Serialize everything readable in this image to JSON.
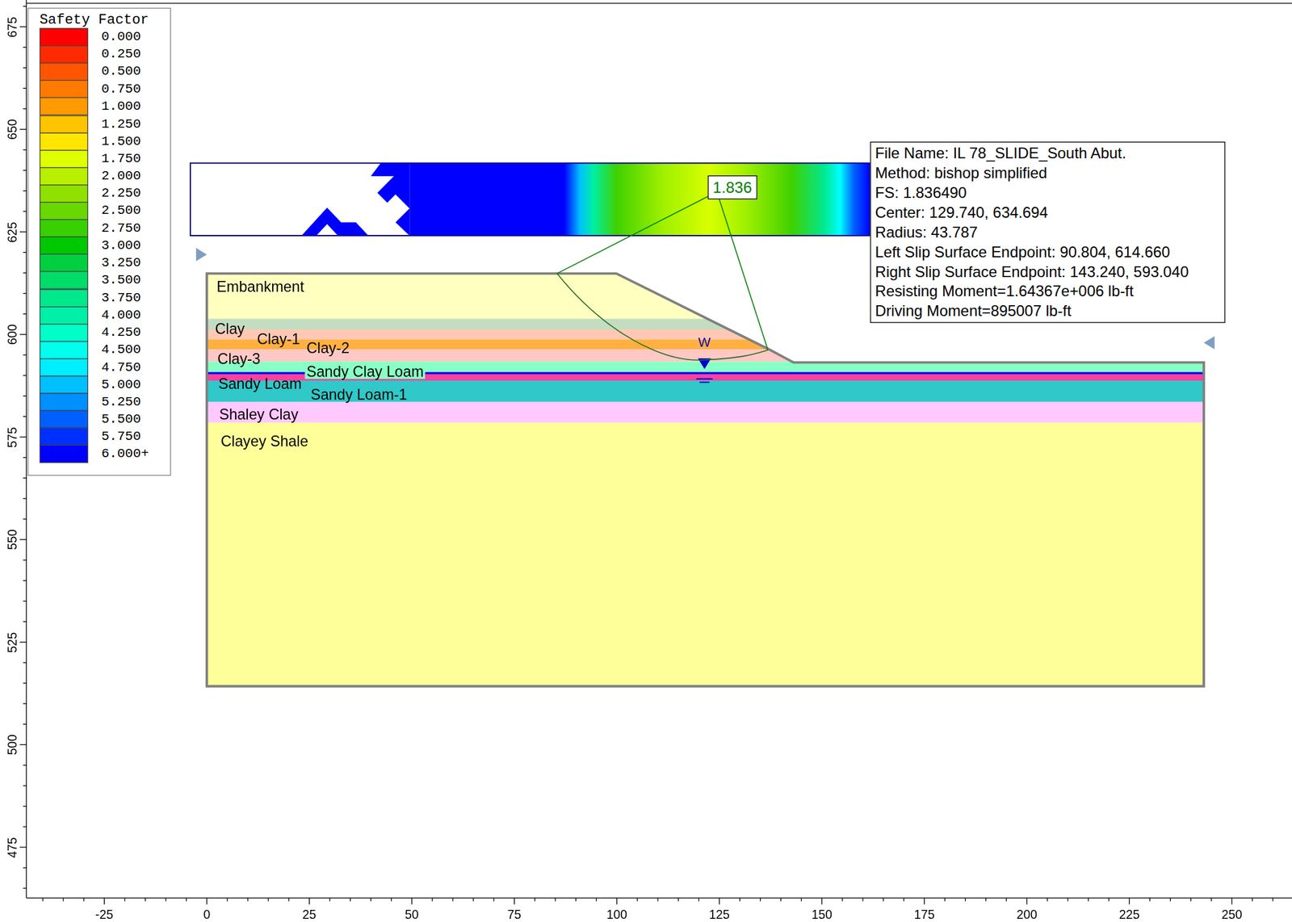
{
  "diagram": {
    "nodes": [
      {
        "text": [
          "File Name: IL 78_SLIDE_South Abut.",
          "Method: bishop simplified",
          "FS: 1.836490",
          "Center: 129.740, 634.694",
          "Radius: 43.787",
          "Left Slip Surface Endpoint: 90.804, 614.660",
          "Right Slip Surface Endpoint: 143.240, 593.040",
          "Resisting Moment=1.64367e+006 lb-ft",
          "Driving Moment=895007 lb-ft"
        ]
      },
      {
        "text": [
          "1.836"
        ]
      }
    ],
    "labels": [
      "Safety Factor",
      "-25",
      "0",
      "25",
      "50",
      "75",
      "100",
      "125",
      "150",
      "175",
      "200",
      "225",
      "250",
      "675",
      "650",
      "625",
      "600",
      "575",
      "550",
      "525",
      "500",
      "475",
      "Embankment",
      "Clay",
      "Clay-1",
      "Clay-2",
      "Clay-3",
      "Sandy Clay Loam",
      "Sandy Loam",
      "Sandy Loam-1",
      "Shaley Clay",
      "Clayey Shale",
      "W"
    ],
    "legend": [
      {
        "text": "0.000",
        "color": "#ff0000"
      },
      {
        "text": "0.250",
        "color": "#ff2a00"
      },
      {
        "text": "0.500",
        "color": "#ff5500"
      },
      {
        "text": "0.750",
        "color": "#ff7a00"
      },
      {
        "text": "1.000",
        "color": "#ff9a00"
      },
      {
        "text": "1.250",
        "color": "#ffc400"
      },
      {
        "text": "1.500",
        "color": "#ffe600"
      },
      {
        "text": "1.750",
        "color": "#e0ff00"
      },
      {
        "text": "2.000",
        "color": "#b8f000"
      },
      {
        "text": "2.250",
        "color": "#90e000"
      },
      {
        "text": "2.500",
        "color": "#68d800"
      },
      {
        "text": "2.750",
        "color": "#38d000"
      },
      {
        "text": "3.000",
        "color": "#00c800"
      },
      {
        "text": "3.250",
        "color": "#00d040"
      },
      {
        "text": "3.500",
        "color": "#00dc68"
      },
      {
        "text": "3.750",
        "color": "#00e88c"
      },
      {
        "text": "4.000",
        "color": "#00f0a8"
      },
      {
        "text": "4.250",
        "color": "#00ffc8"
      },
      {
        "text": "4.500",
        "color": "#00ffec"
      },
      {
        "text": "4.750",
        "color": "#00eeff"
      },
      {
        "text": "5.000",
        "color": "#00c0ff"
      },
      {
        "text": "5.250",
        "color": "#0090ff"
      },
      {
        "text": "5.500",
        "color": "#0060ff"
      },
      {
        "text": "5.750",
        "color": "#0030ff"
      },
      {
        "text": "6.000+",
        "color": "#0000ff"
      }
    ]
  }
}
